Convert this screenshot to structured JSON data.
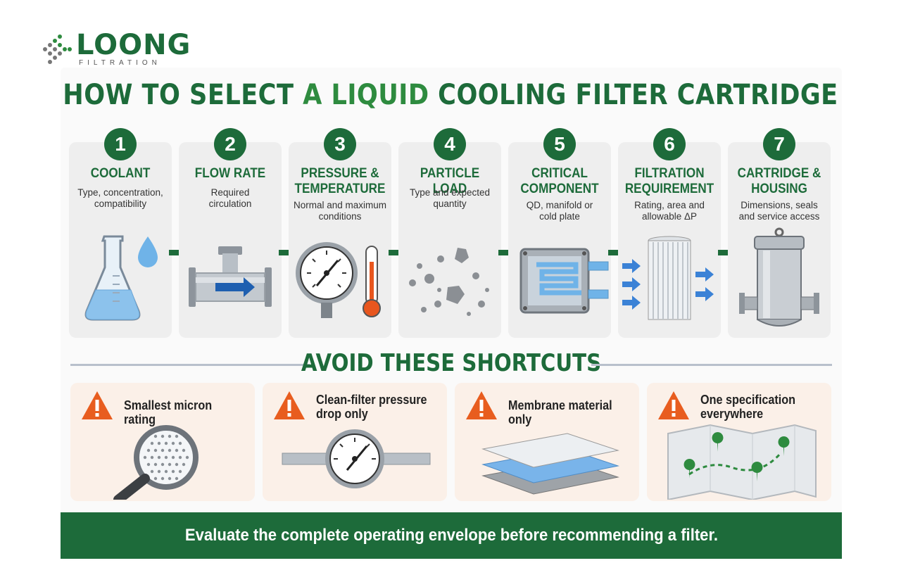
{
  "brand": {
    "name": "LOONG",
    "sub": "FILTRATION"
  },
  "title": {
    "part1": "HOW TO SELECT ",
    "highlight": "A LIQUID",
    "part2": " COOLING FILTER CARTRIDGE"
  },
  "colors": {
    "primary": "#1d6b3a",
    "warning": "#e85d1f",
    "card_bg": "#fbf0e8",
    "step_bg": "#eeeeee"
  },
  "steps": [
    {
      "num": "1",
      "title_lines": [
        "COOLANT"
      ],
      "desc_lines": [
        "Type, concentration,",
        "compatibility"
      ],
      "icon": "flask-and-droplet-icon"
    },
    {
      "num": "2",
      "title_lines": [
        "FLOW RATE"
      ],
      "desc_lines": [
        "Required",
        "circulation"
      ],
      "icon": "pipe-tee-flow-icon"
    },
    {
      "num": "3",
      "title_lines": [
        "PRESSURE &",
        "TEMPERATURE"
      ],
      "desc_lines": [
        "Normal and maximum",
        "conditions"
      ],
      "icon": "gauge-thermometer-icon"
    },
    {
      "num": "4",
      "title_lines": [
        "PARTICLE LOAD"
      ],
      "desc_lines": [
        "Type and expected",
        "quantity"
      ],
      "icon": "particles-icon"
    },
    {
      "num": "5",
      "title_lines": [
        "CRITICAL",
        "COMPONENT"
      ],
      "desc_lines": [
        "QD, manifold or",
        "cold plate"
      ],
      "icon": "cold-plate-icon"
    },
    {
      "num": "6",
      "title_lines": [
        "FILTRATION",
        "REQUIREMENT"
      ],
      "desc_lines": [
        "Rating, area and",
        "allowable ΔP"
      ],
      "icon": "pleated-cartridge-icon"
    },
    {
      "num": "7",
      "title_lines": [
        "CARTRIDGE &",
        "HOUSING"
      ],
      "desc_lines": [
        "Dimensions, seals",
        "and service access"
      ],
      "icon": "filter-housing-icon"
    }
  ],
  "shortcuts_title": "AVOID THESE SHORTCUTS",
  "shortcuts": [
    {
      "title_lines": [
        "Smallest micron rating"
      ],
      "icon": "magnifier-mesh-icon"
    },
    {
      "title_lines": [
        "Clean-filter pressure",
        "drop only"
      ],
      "icon": "pipe-gauge-icon"
    },
    {
      "title_lines": [
        "Membrane material only"
      ],
      "icon": "membrane-layers-icon"
    },
    {
      "title_lines": [
        "One specification",
        "everywhere"
      ],
      "icon": "map-pins-icon"
    }
  ],
  "footer": "Evaluate the complete operating envelope before recommending a filter."
}
